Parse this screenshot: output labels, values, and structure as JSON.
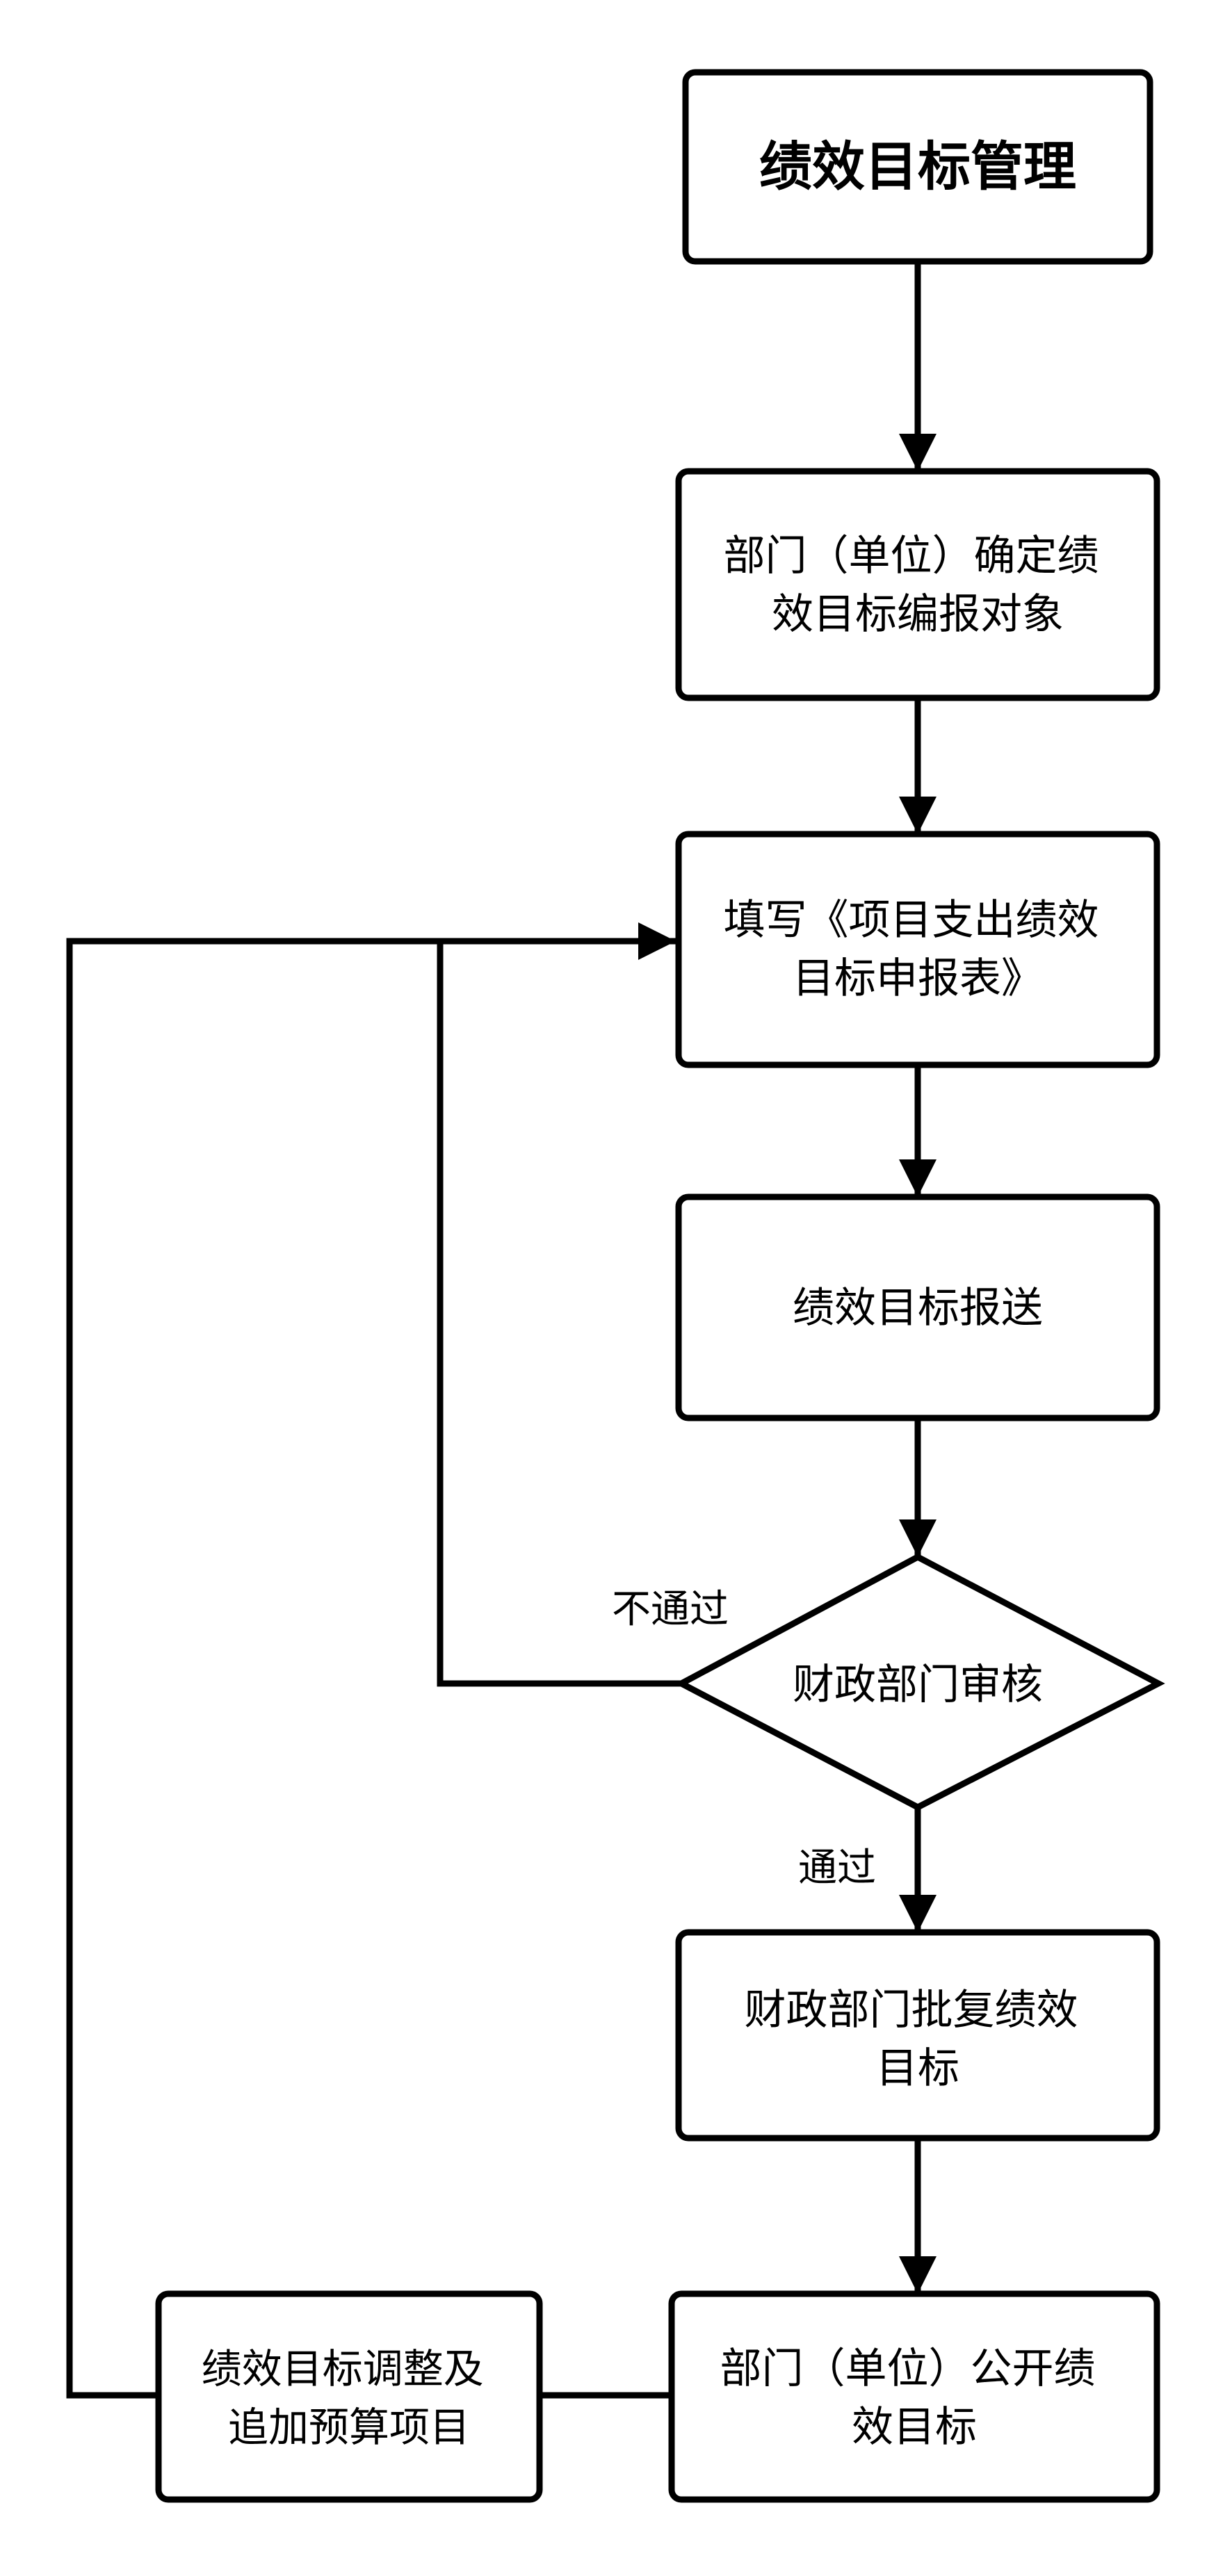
{
  "colors": {
    "stroke": "#000000",
    "fill": "#ffffff",
    "text": "#000000"
  },
  "nodes": {
    "title": {
      "lines": [
        "绩效目标管理"
      ]
    },
    "define_objects": {
      "lines": [
        "部门（单位）确定绩",
        "效目标编报对象"
      ]
    },
    "fill_form": {
      "lines": [
        "填写《项目支出绩效",
        "目标申报表》"
      ]
    },
    "submit": {
      "lines": [
        "绩效目标报送"
      ]
    },
    "review": {
      "lines": [
        "财政部门审核"
      ]
    },
    "approve": {
      "lines": [
        "财政部门批复绩效",
        "目标"
      ]
    },
    "publish": {
      "lines": [
        "部门（单位）公开绩",
        "效目标"
      ]
    },
    "adjust": {
      "lines": [
        "绩效目标调整及",
        "追加预算项目"
      ]
    }
  },
  "edge_labels": {
    "reject": "不通过",
    "pass": "通过"
  }
}
